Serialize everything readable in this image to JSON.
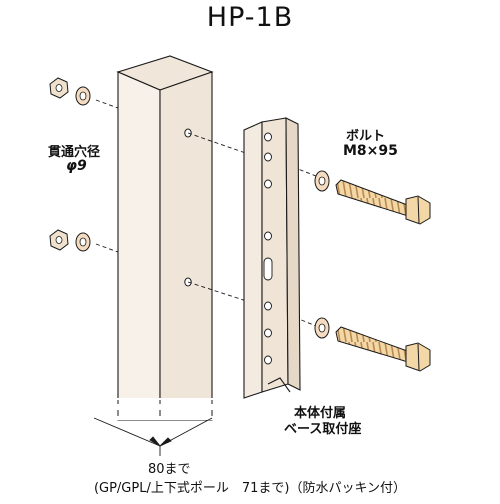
{
  "title": "HP-1B",
  "labels": {
    "hole_line1": "貫通穴径",
    "hole_line2": "φ9",
    "bolt_line1": "ボルト",
    "bolt_line2": "M8×95",
    "included_line1": "本体付属",
    "included_line2": "ベース取付座",
    "dim_80": "80まで",
    "bottom_note": "(GP/GPL/上下式ポール　71まで)（防水パッキン付）"
  },
  "colors": {
    "line": "#1a1a1a",
    "metal_fill": "#f5eee6",
    "metal_shade": "#e8dccd",
    "bolt_fill": "#f3d7a7",
    "bolt_dark": "#b98a4f",
    "washer_fill": "#f5dcc0"
  }
}
